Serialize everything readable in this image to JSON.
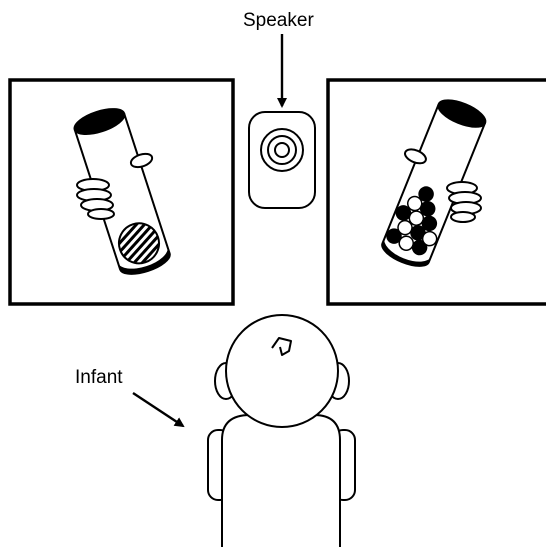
{
  "labels": {
    "speaker": "Speaker",
    "infant": "Infant"
  },
  "colors": {
    "ink": "#000000",
    "paper": "#ffffff"
  },
  "scenes": {
    "left_panel": {
      "container": "tube-jar",
      "contents": "single-striped-ball",
      "hand": "hand-holding-jar"
    },
    "right_panel": {
      "container": "tube-jar",
      "contents": "many-ping-pong-balls",
      "hand": "hand-holding-jar"
    },
    "center": {
      "device": "loudspeaker"
    },
    "bottom": {
      "figure": "infant-seen-from-above"
    }
  },
  "arrows": [
    {
      "from": "speaker-label",
      "to": "loudspeaker"
    },
    {
      "from": "infant-label",
      "to": "infant"
    }
  ]
}
